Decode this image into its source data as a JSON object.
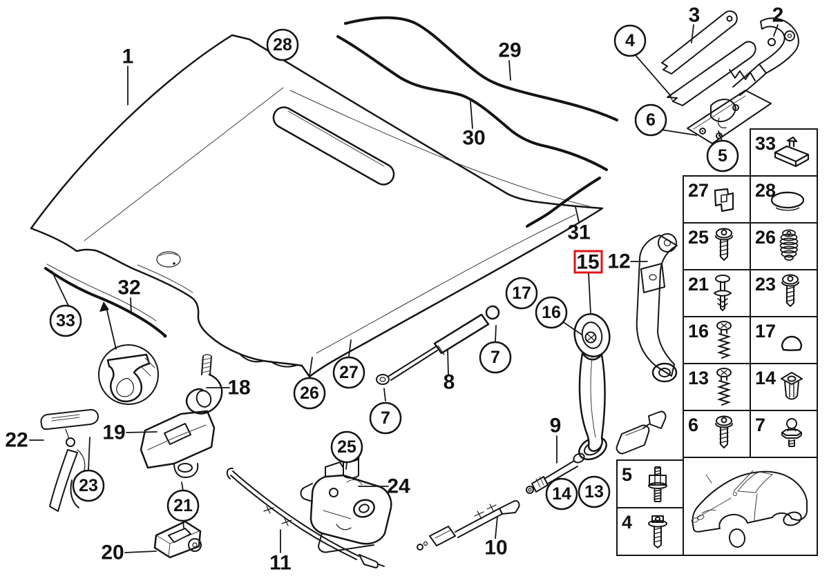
{
  "colors": {
    "line": "#141414",
    "highlight": "#e01216",
    "background": "#ffffff"
  },
  "highlighted_part": "15",
  "callouts": [
    {
      "text": "1",
      "style": "plain"
    },
    {
      "text": "28",
      "style": "circle"
    },
    {
      "text": "29",
      "style": "plain"
    },
    {
      "text": "30",
      "style": "plain"
    },
    {
      "text": "3",
      "style": "plain"
    },
    {
      "text": "2",
      "style": "plain"
    },
    {
      "text": "4",
      "style": "circle"
    },
    {
      "text": "6",
      "style": "circle"
    },
    {
      "text": "5",
      "style": "circle"
    },
    {
      "text": "31",
      "style": "plain"
    },
    {
      "text": "32",
      "style": "plain"
    },
    {
      "text": "33",
      "style": "circle"
    },
    {
      "text": "15",
      "style": "red-box"
    },
    {
      "text": "12",
      "style": "plain"
    },
    {
      "text": "17",
      "style": "circle"
    },
    {
      "text": "16",
      "style": "circle"
    },
    {
      "text": "7",
      "style": "circle"
    },
    {
      "text": "8",
      "style": "plain"
    },
    {
      "text": "7",
      "style": "circle"
    },
    {
      "text": "26",
      "style": "circle"
    },
    {
      "text": "27",
      "style": "circle"
    },
    {
      "text": "18",
      "style": "plain"
    },
    {
      "text": "19",
      "style": "plain"
    },
    {
      "text": "22",
      "style": "plain"
    },
    {
      "text": "23",
      "style": "circle"
    },
    {
      "text": "21",
      "style": "circle"
    },
    {
      "text": "20",
      "style": "plain"
    },
    {
      "text": "25",
      "style": "circle"
    },
    {
      "text": "24",
      "style": "plain"
    },
    {
      "text": "11",
      "style": "plain"
    },
    {
      "text": "9",
      "style": "plain"
    },
    {
      "text": "14",
      "style": "circle"
    },
    {
      "text": "13",
      "style": "circle"
    },
    {
      "text": "10",
      "style": "plain"
    }
  ],
  "grid": {
    "cells": [
      {
        "number": "33",
        "icon": "slide-clip-icon"
      },
      {
        "number": "27",
        "icon": "cable-clip-icon"
      },
      {
        "number": "28",
        "icon": "blind-plug-icon"
      },
      {
        "number": "25",
        "icon": "torx-screw-icon"
      },
      {
        "number": "26",
        "icon": "rubber-buffer-icon"
      },
      {
        "number": "21",
        "icon": "expanding-rivet-icon"
      },
      {
        "number": "23",
        "icon": "torx-screw-icon"
      },
      {
        "number": "16",
        "icon": "phillips-screw-icon"
      },
      {
        "number": "17",
        "icon": "cap-icon"
      },
      {
        "number": "13",
        "icon": "phillips-screw-icon"
      },
      {
        "number": "14",
        "icon": "expanding-nut-icon"
      },
      {
        "number": "6",
        "icon": "torx-screw-icon"
      },
      {
        "number": "7",
        "icon": "ball-pin-icon"
      },
      {
        "number": "5",
        "icon": "stud-bolt-icon"
      },
      {
        "number": "4",
        "icon": "flange-bolt-icon"
      }
    ]
  }
}
